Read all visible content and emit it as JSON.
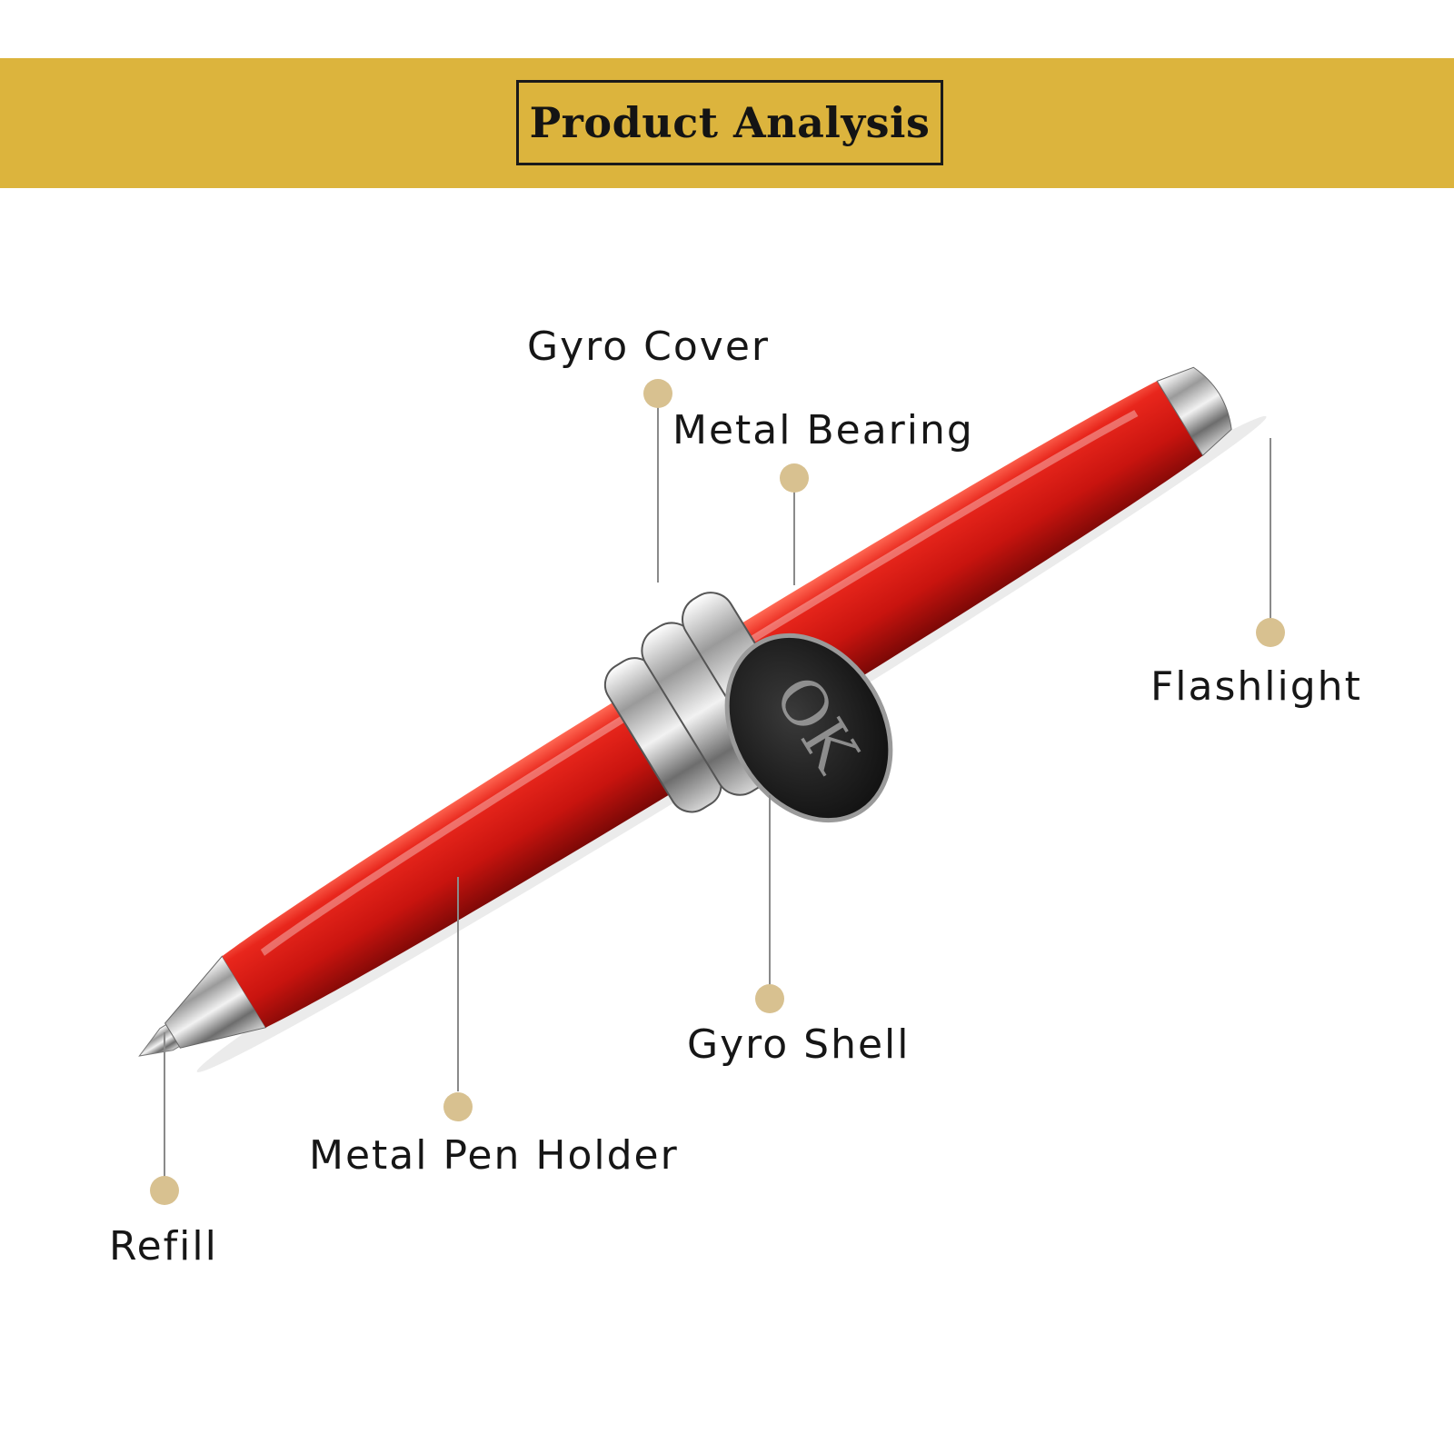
{
  "header": {
    "title": "Product Analysis"
  },
  "callouts": {
    "gyro_cover": "Gyro Cover",
    "metal_bearing": "Metal Bearing",
    "flashlight": "Flashlight",
    "gyro_shell": "Gyro Shell",
    "metal_pen_holder": "Metal Pen Holder",
    "refill": "Refill"
  },
  "product": {
    "cap_engraving": "OK"
  },
  "colors": {
    "banner": "#dcb43d",
    "dot": "#d8c190",
    "pen_body": "#d41a16",
    "metal": "#c9c9c9"
  }
}
